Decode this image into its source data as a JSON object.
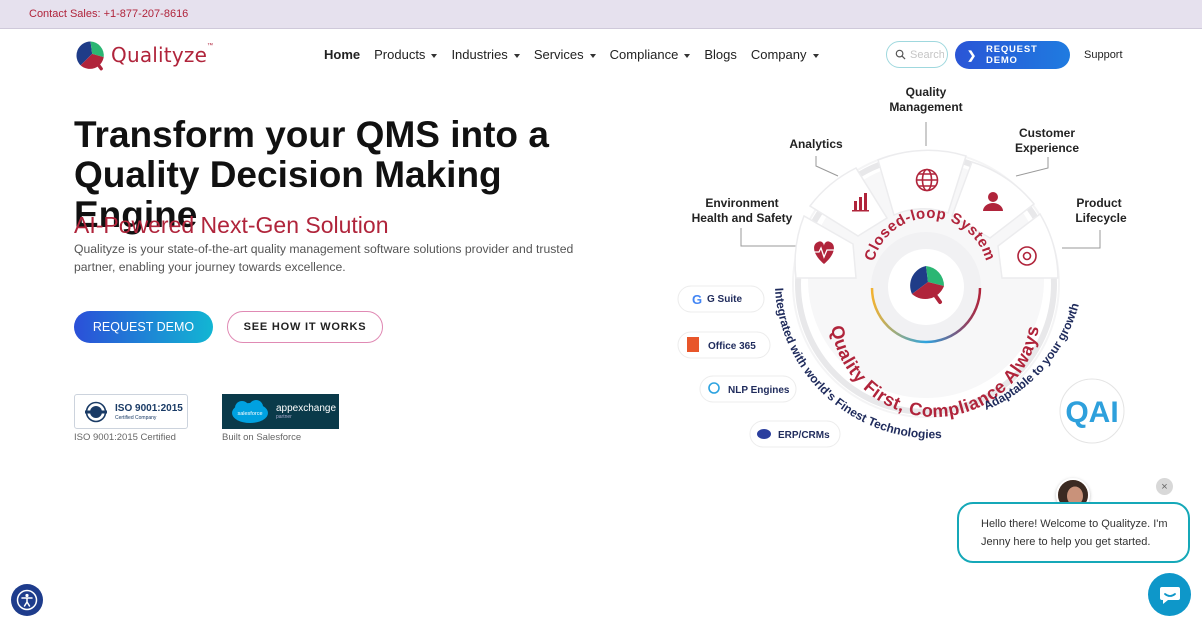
{
  "topbar": {
    "contact": "Contact Sales: +1-877-207-8616"
  },
  "brand": {
    "name": "Qualityze",
    "tm": "™"
  },
  "nav": {
    "items": [
      {
        "label": "Home",
        "has_dropdown": false,
        "active": true
      },
      {
        "label": "Products",
        "has_dropdown": true
      },
      {
        "label": "Industries",
        "has_dropdown": true
      },
      {
        "label": "Services",
        "has_dropdown": true
      },
      {
        "label": "Compliance",
        "has_dropdown": true
      },
      {
        "label": "Blogs",
        "has_dropdown": false
      },
      {
        "label": "Company",
        "has_dropdown": true
      }
    ],
    "search_placeholder": "Search",
    "request_demo": "REQUEST DEMO",
    "support": "Support"
  },
  "hero": {
    "title_line1": "Transform your QMS into a",
    "title_line2": "Quality Decision Making Engine",
    "subtitle": "AI-Powered Next-Gen Solution",
    "description": "Qualityze is your state-of-the-art quality management software solutions provider and trusted partner, enabling your journey towards excellence.",
    "cta_primary": "REQUEST DEMO",
    "cta_secondary": "SEE HOW IT WORKS"
  },
  "badges": {
    "iso_title": "ISO 9001:2015",
    "iso_sub": "Certified Company",
    "iso_caption": "ISO 9001:2015 Certified",
    "sf_word": "appexchange",
    "sf_sub": "partner",
    "sf_logo_text": "salesforce",
    "sf_caption": "Built on Salesforce"
  },
  "diagram": {
    "center_arc": "Closed-loop System",
    "slogan": "Quality First, Compliance Always",
    "outer_left": "Integrated with world's Finest Technologies",
    "outer_right": "Adaptable to your growth",
    "labels": {
      "quality_1": "Quality",
      "quality_2": "Management",
      "analytics": "Analytics",
      "customer_1": "Customer",
      "customer_2": "Experience",
      "env_1": "Environment",
      "env_2": "Health and Safety",
      "product_1": "Product",
      "product_2": "Lifecycle"
    },
    "integrations": [
      "G Suite",
      "Office 365",
      "NLP Engines",
      "ERP/CRMs"
    ],
    "qai": "QAI"
  },
  "chat": {
    "message": "Hello there! Welcome to Qualityze. I'm Jenny here to help you get started.",
    "close": "×"
  },
  "colors": {
    "brand": "#b0243b",
    "primary_blue": "#2a55d6",
    "teal": "#15a8b8"
  },
  "icons": [
    "search-icon",
    "chevron-right-icon",
    "caret-down-icon",
    "globe-icon",
    "bar-chart-icon",
    "user-icon",
    "heart-pulse-icon",
    "gear-icon",
    "chat-icon",
    "accessibility-icon"
  ]
}
